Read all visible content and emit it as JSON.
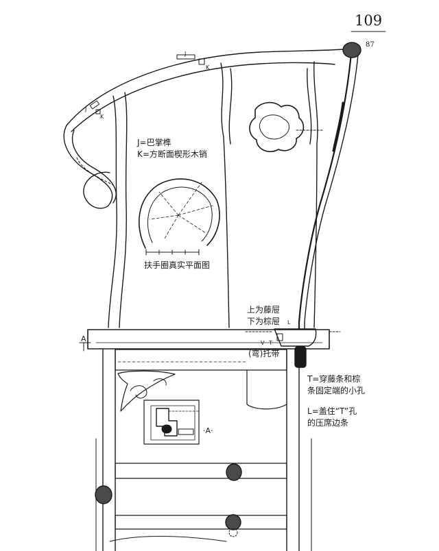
{
  "page": {
    "number": "109",
    "figure_number": "87"
  },
  "legend": {
    "j_def": "J=巴掌榫",
    "k_def": "K=方断面楔形木销"
  },
  "section_caption": "扶手圈真实平面图",
  "markers": {
    "j1": "J",
    "k1": "K",
    "j2": "J",
    "k2": "K",
    "a_left": "A",
    "a_mid": "·A·",
    "l_mark": "L",
    "t_mark": "T",
    "v_mark": "V"
  },
  "seat_note": {
    "line1": "上为藤屉",
    "line2": "下为棕屉"
  },
  "apron_label": "(弯)托带",
  "t_note": {
    "line1": "T=穿藤条和棕",
    "line2": "条固定端的小孔"
  },
  "l_note": {
    "line1": "L=盖住“T”孔",
    "line2": "的压席边条"
  },
  "colors": {
    "ink": "#1a1a1a",
    "paper": "#ffffff",
    "hatch": "#555555"
  }
}
